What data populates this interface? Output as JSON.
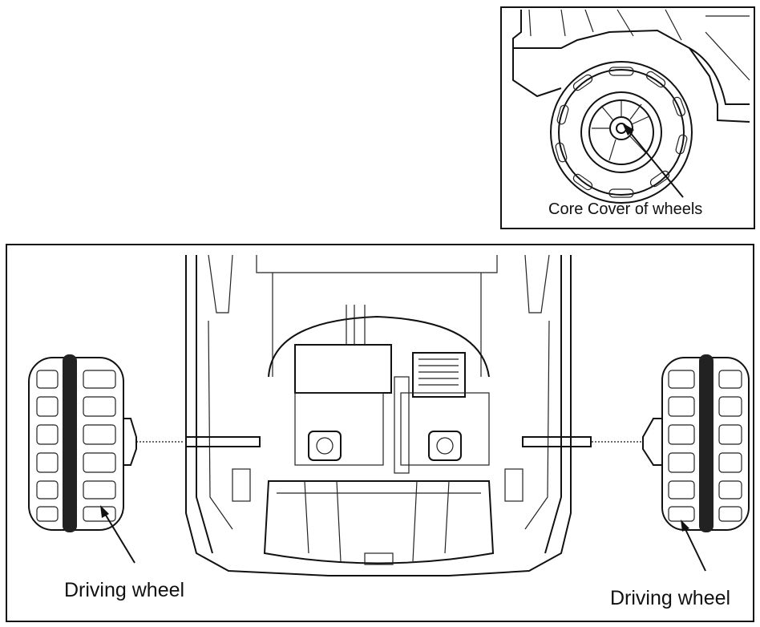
{
  "inset": {
    "callout_label": "Core Cover of wheels"
  },
  "main": {
    "left_wheel_label": "Driving wheel",
    "right_wheel_label": "Driving wheel"
  },
  "colors": {
    "line": "#111111",
    "background": "#ffffff"
  }
}
